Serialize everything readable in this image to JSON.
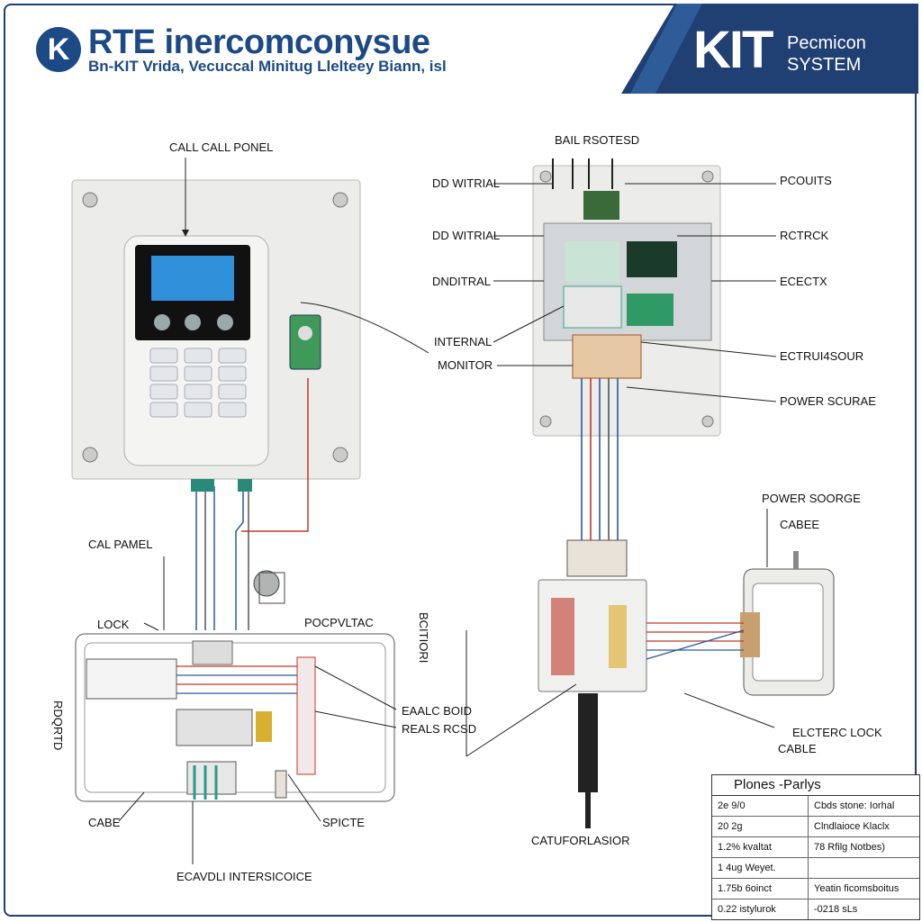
{
  "header": {
    "logo_letter": "K",
    "title": "RTE inercomconysue",
    "subtitle": "Bn-KIT Vrida, Vecuccal Minitug Llelteey Biann, isl",
    "brand_main": "KIT",
    "brand_line1": "Pecmicon",
    "brand_line2": "SYSTEM"
  },
  "labels": {
    "call_call_ponel": "CALL CALL PONEL",
    "bail_rsotesd": "BAIL RSOTESD",
    "dd_witrial_1": "DD WITRIAL",
    "dd_witrial_2": "DD WITRIAL",
    "dnditral": "DNDITRAL",
    "internal": "INTERNAL",
    "monitor": "MONITOR",
    "pcouits": "PCOUITS",
    "rctrck": "RCTRCK",
    "ecectx": "ECECTX",
    "electrui_sour": "ECTRUI4SOUR",
    "power_scurae": "POWER SCURAE",
    "power_soorge": "POWER SOORGE",
    "cabee": "CABEE",
    "cal_pamel": "CAL PAMEL",
    "lock": "LOCK",
    "pocpvltac": "POCPVLTAC",
    "bcitiori": "BCITIORI",
    "eaalc_boid": "EAALC BOID",
    "reals_rcsd": "REALS RCSD",
    "cabe": "CABE",
    "spicte": "SPICTE",
    "ecavdli": "ECAVDLI INTERSICOICE",
    "cater_lasior": "CATUFORLASIOR",
    "electrc_lock": "ELCTERC LOCK",
    "cable": "CABLE",
    "rdqrtd": "RDQRTD"
  },
  "parts_table": {
    "title": "Plones -Parlys",
    "rows": [
      {
        "a": "2e  9/0",
        "b": "Cbds stone: Iorhal"
      },
      {
        "a": "20  2g",
        "b": "Clndlaioce Klaclx"
      },
      {
        "a": "1.2% kvaltat",
        "b": "78 Rfilg Notbes)"
      },
      {
        "a": "1 4ug Weyet.",
        "b": ""
      },
      {
        "a": "1.75b 6oinct",
        "b": "Yeatin ficomsboitus"
      },
      {
        "a": "0.22 istylurok",
        "b": "-0218 sLs"
      }
    ]
  },
  "colors": {
    "brand": "#203f73",
    "accent": "#1c4a86",
    "wire_red": "#c0392b",
    "wire_blue": "#2c5aa0"
  }
}
